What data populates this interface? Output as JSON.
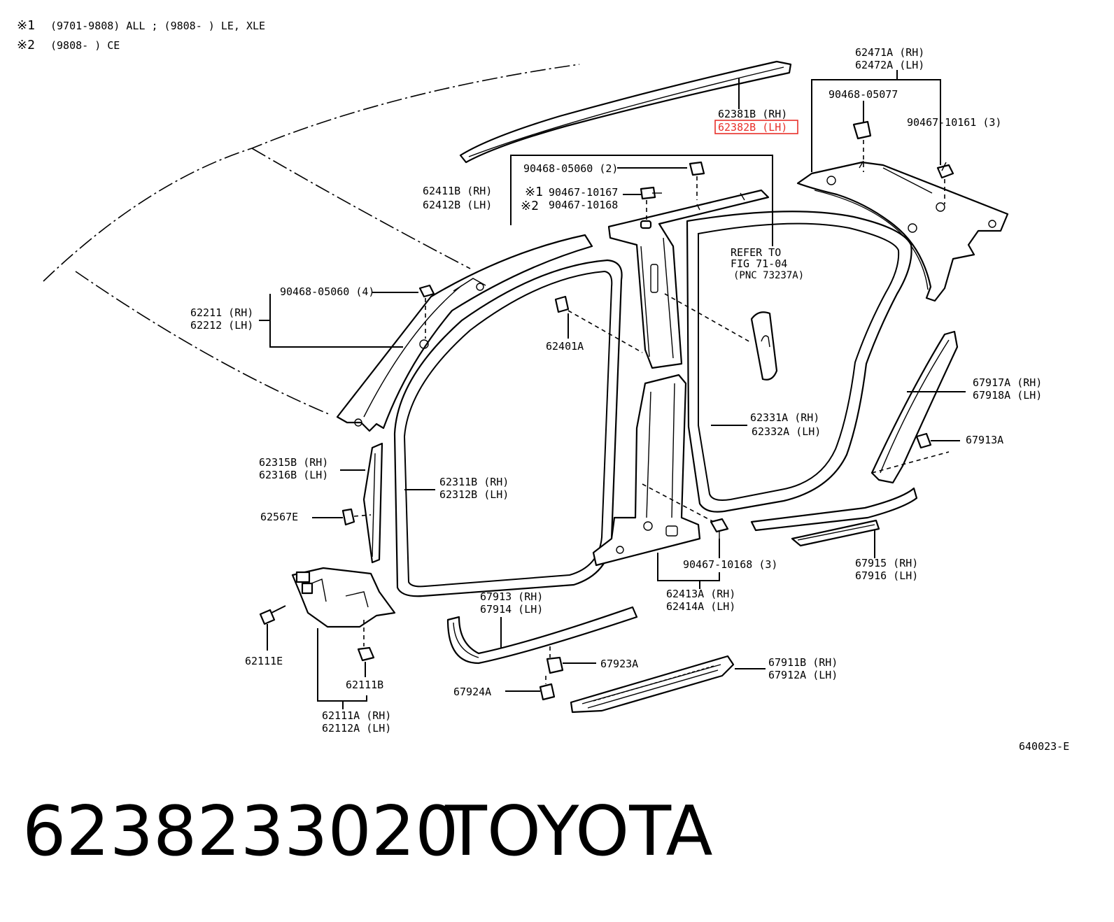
{
  "notes": [
    {
      "mark": "※1",
      "text": "(9701-9808) ALL ; (9808-      ) LE, XLE"
    },
    {
      "mark": "※2",
      "text": "(9808-      ) CE"
    }
  ],
  "labels": {
    "p62471": [
      "62471A (RH)",
      "62472A (LH)"
    ],
    "p90468_05077": "90468-05077",
    "p90467_10161": "90467-10161 (3)",
    "p62381": [
      "62381B (RH)",
      "62382B (LH)"
    ],
    "p90468_05060_2": "90468-05060 (2)",
    "p62411": [
      "62411B (RH)",
      "62412B (LH)"
    ],
    "p90467_10167": "90467-10167",
    "p90467_10168": "90467-10168",
    "refer": [
      "REFER TO",
      "FIG 71-04",
      "(PNC 73237A)"
    ],
    "p90468_05060_4": "90468-05060 (4)",
    "p62211": [
      "62211 (RH)",
      "62212 (LH)"
    ],
    "p62401A": "62401A",
    "p67917": [
      "67917A (RH)",
      "67918A (LH)"
    ],
    "p62331": [
      "62331A (RH)",
      "62332A (LH)"
    ],
    "p67913A": "67913A",
    "p62315": [
      "62315B (RH)",
      "62316B (LH)"
    ],
    "p62311": [
      "62311B (RH)",
      "62312B (LH)"
    ],
    "p62567E": "62567E",
    "p90467_10168_3": "90467-10168 (3)",
    "p67915": [
      "67915 (RH)",
      "67916 (LH)"
    ],
    "p62413": [
      "62413A (RH)",
      "62414A (LH)"
    ],
    "p67913": [
      "67913 (RH)",
      "67914 (LH)"
    ],
    "p67923A": "67923A",
    "p67911": [
      "67911B (RH)",
      "67912A (LH)"
    ],
    "p67924A": "67924A",
    "p62111E": "62111E",
    "p62111B": "62111B",
    "p62111A": [
      "62111A (RH)",
      "62112A (LH)"
    ]
  },
  "figure_code": "640023-E",
  "caption": {
    "part_number": "6238233020",
    "brand": "TOYOTA"
  },
  "highlight_color": "#e8302a"
}
